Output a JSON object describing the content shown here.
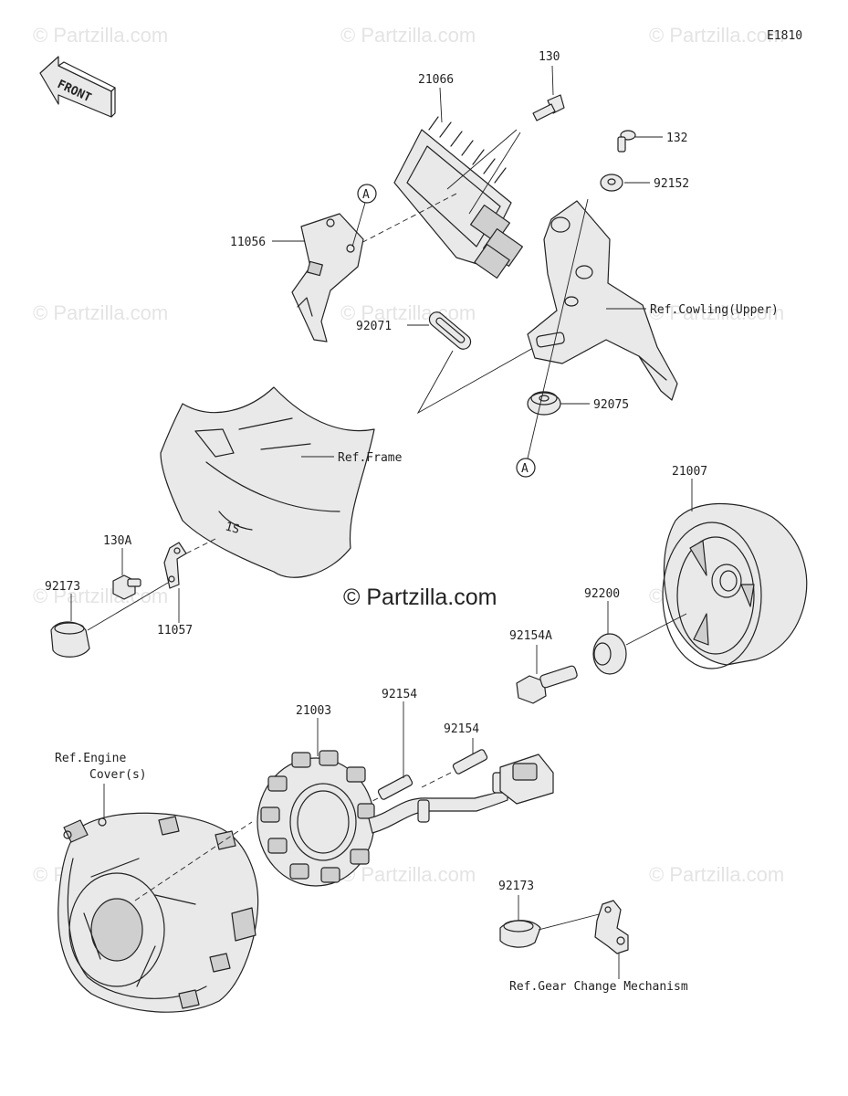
{
  "diagram_code": "E1810",
  "watermark": "© Partzilla.com",
  "center_watermark": "© Partzilla.com",
  "front_arrow_label": "FRONT",
  "callout_letter": "A",
  "parts": {
    "p21066": "21066",
    "p130": "130",
    "p132": "132",
    "p92152": "92152",
    "p11056": "11056",
    "p92071": "92071",
    "ref_cowling": "Ref.Cowling(Upper)",
    "p92075": "92075",
    "ref_frame": "Ref.Frame",
    "p21007": "21007",
    "p130A": "130A",
    "p92173_top": "92173",
    "p11057": "11057",
    "p92200": "92200",
    "p92154A": "92154A",
    "p21003": "21003",
    "p92154_a": "92154",
    "p92154_b": "92154",
    "ref_engine_1": "Ref.Engine",
    "ref_engine_2": "Cover(s)",
    "p92173_bottom": "92173",
    "ref_gear": "Ref.Gear Change Mechanism"
  }
}
